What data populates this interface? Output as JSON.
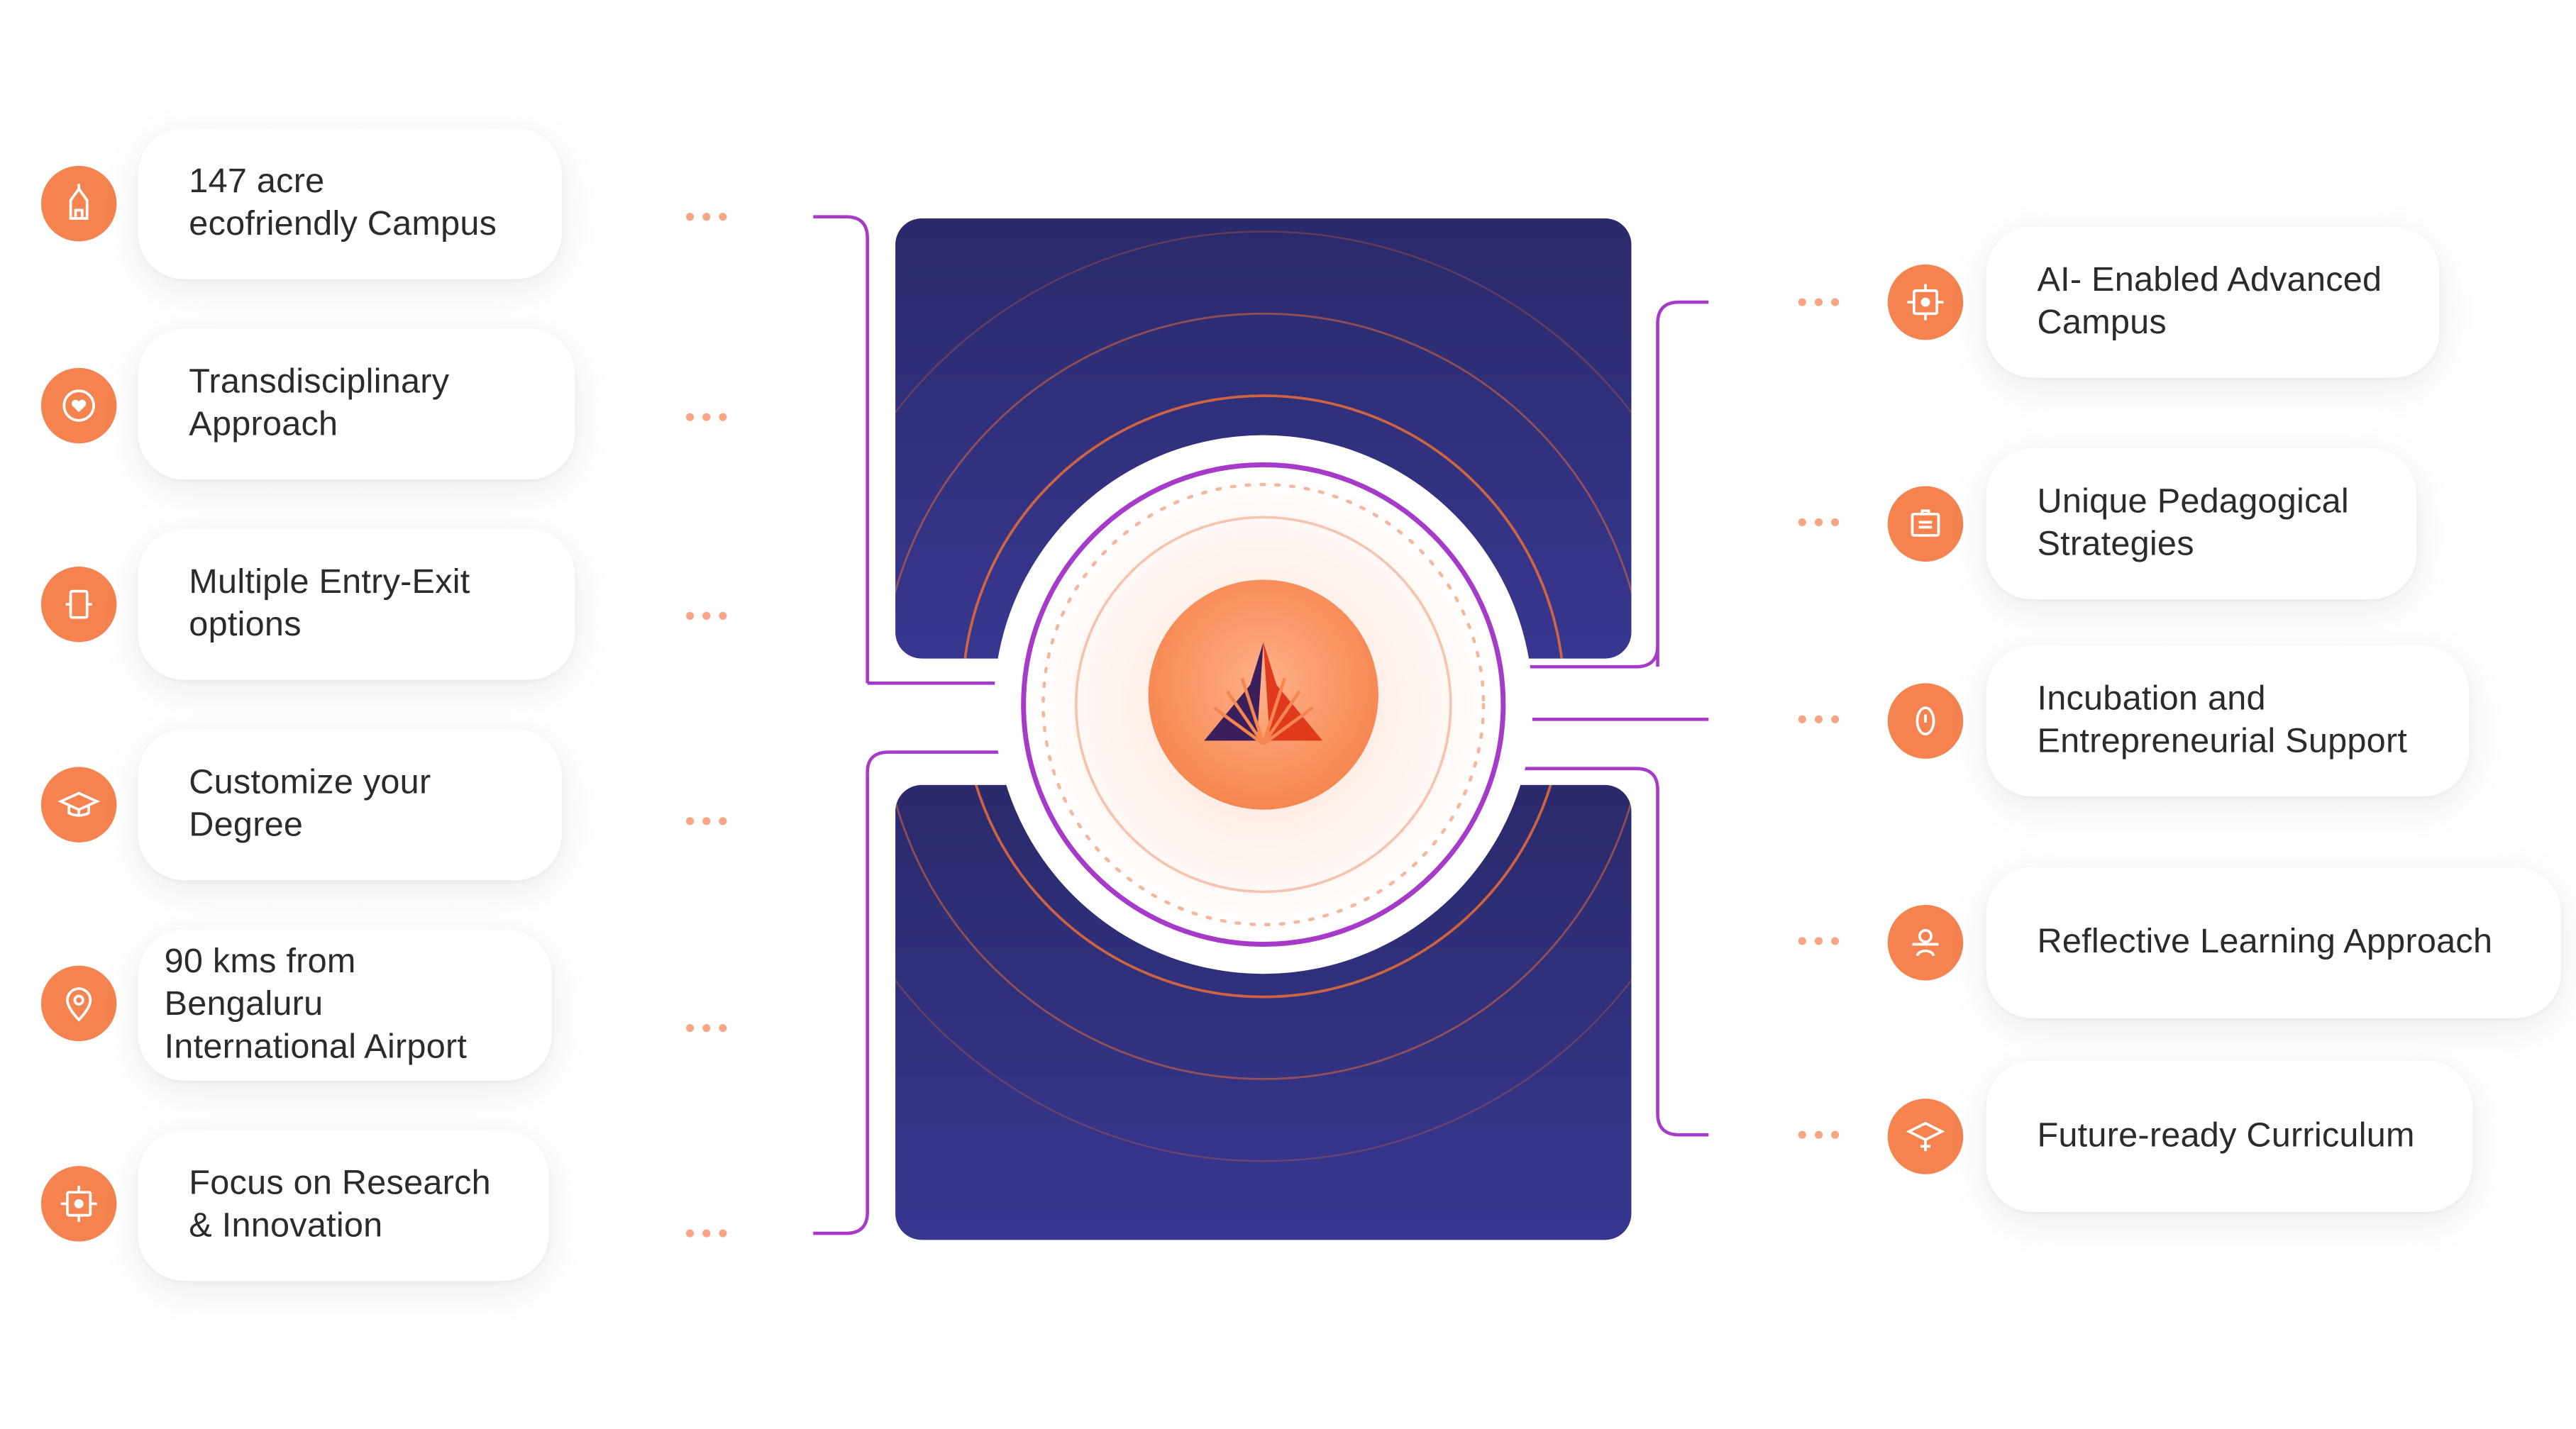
{
  "colors": {
    "accent": "#f4834f",
    "connector": "#a63bc9",
    "panel": "#2e2d75",
    "ring": "#e06a3c"
  },
  "left_features": [
    {
      "label": "147 acre\necofriendly Campus",
      "icon": "campus-building-icon"
    },
    {
      "label": "Transdisciplinary\nApproach",
      "icon": "heart-circle-icon"
    },
    {
      "label": "Multiple Entry-Exit\noptions",
      "icon": "door-icon"
    },
    {
      "label": "Customize your\nDegree",
      "icon": "graduation-cap-icon"
    },
    {
      "label": "90 kms from Bengaluru\nInternational Airport",
      "icon": "location-pin-icon"
    },
    {
      "label": "Focus on Research\n& Innovation",
      "icon": "target-icon"
    }
  ],
  "right_features": [
    {
      "label": "AI- Enabled Advanced\nCampus",
      "icon": "ai-chip-icon"
    },
    {
      "label": "Unique Pedagogical\nStrategies",
      "icon": "board-icon"
    },
    {
      "label": "Incubation and\nEntrepreneurial Support",
      "icon": "rocket-icon"
    },
    {
      "label": "Reflective Learning Approach",
      "icon": "person-icon"
    },
    {
      "label": "Future-ready Curriculum",
      "icon": "cap-arrow-icon"
    }
  ],
  "center": {
    "logo": "university-logo"
  }
}
